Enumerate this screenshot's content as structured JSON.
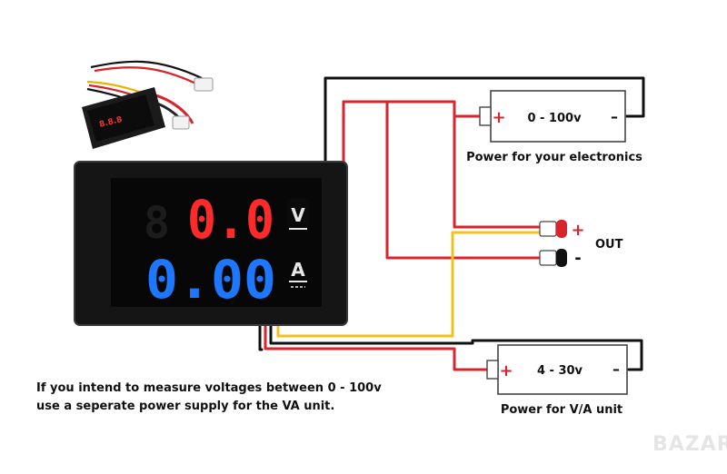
{
  "meter": {
    "voltage_reading": "0.0",
    "voltage_unit": "V",
    "current_reading": "0.00",
    "current_unit": "A",
    "voltage_color": "#ff2a2a",
    "current_color": "#1e78ff"
  },
  "batteries": {
    "electronics": {
      "plus": "+",
      "minus": "–",
      "range": "0 - 100v",
      "caption": "Power for your electronics"
    },
    "va_unit": {
      "plus": "+",
      "minus": "–",
      "range": "4 - 30v",
      "caption": "Power for V/A unit"
    }
  },
  "output": {
    "label": "OUT",
    "plus": "+",
    "minus": "-"
  },
  "note": {
    "line1": "If you intend to measure voltages between 0 - 100v",
    "line2": "use a seperate power supply for the VA unit."
  },
  "watermark": "BAZAR",
  "wire_colors": {
    "black": "#111111",
    "red": "#d8242c",
    "yellow": "#f2c21c"
  }
}
